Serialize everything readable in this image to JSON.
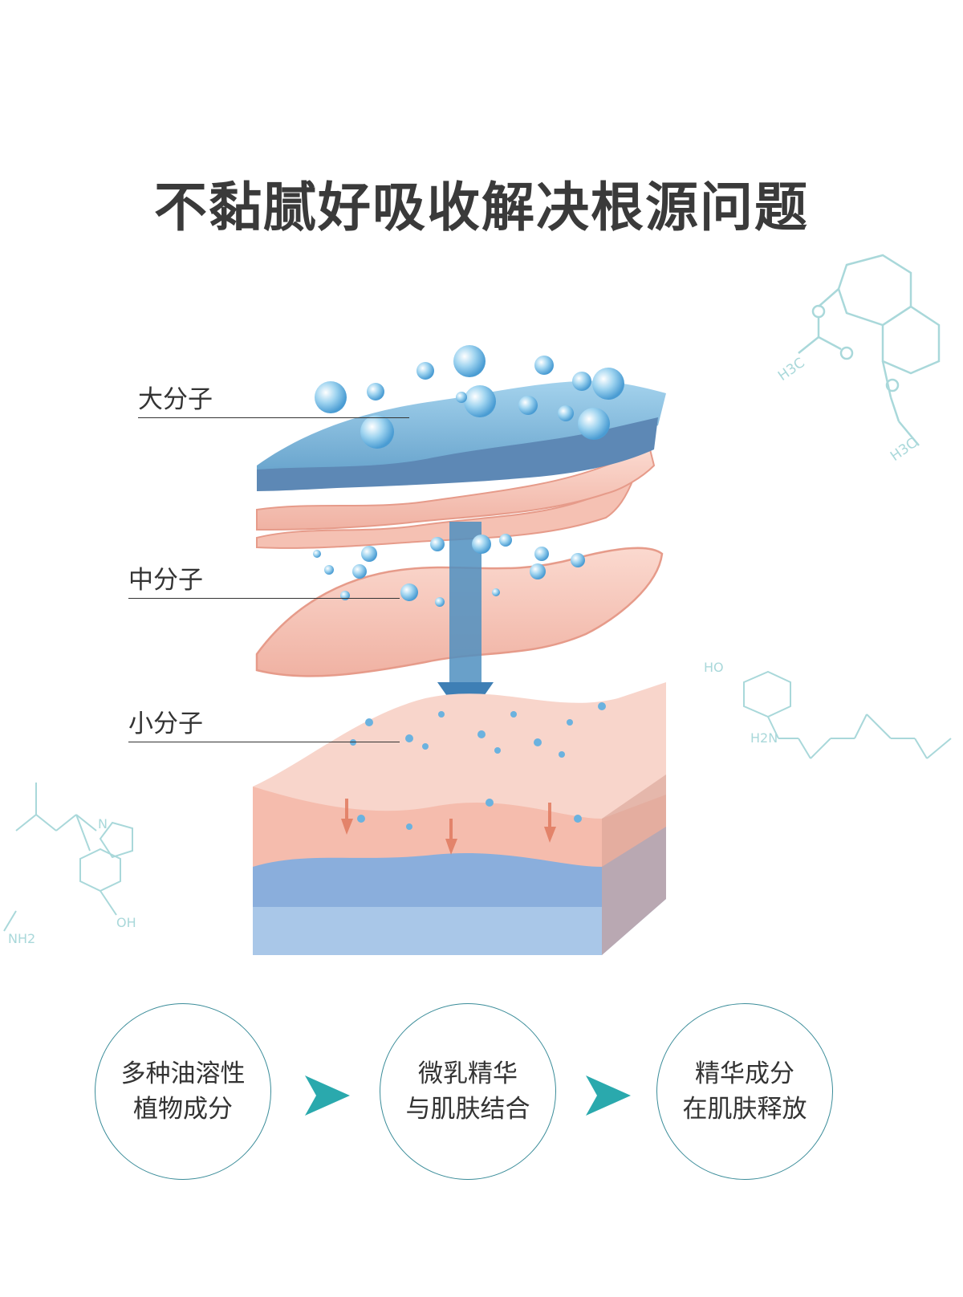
{
  "title": "不黏腻好吸收解决根源问题",
  "layers": {
    "large": "大分子",
    "medium": "中分子",
    "small": "小分子"
  },
  "steps": [
    {
      "line1": "多种油溶性",
      "line2": "植物成分"
    },
    {
      "line1": "微乳精华",
      "line2": "与肌肤结合"
    },
    {
      "line1": "精华成分",
      "line2": "在肌肤释放"
    }
  ],
  "molecule_labels": {
    "h3c_1": "H3C",
    "h3c_2": "H3C",
    "ho": "HO",
    "h2n": "H2N",
    "oh": "OH",
    "nh2": "NH2",
    "n_pyrr": "N"
  },
  "colors": {
    "accent": "#3a8c99",
    "chevron": "#2aa9ad",
    "water": "#7bb9dd",
    "skin": "#f3bcae"
  }
}
